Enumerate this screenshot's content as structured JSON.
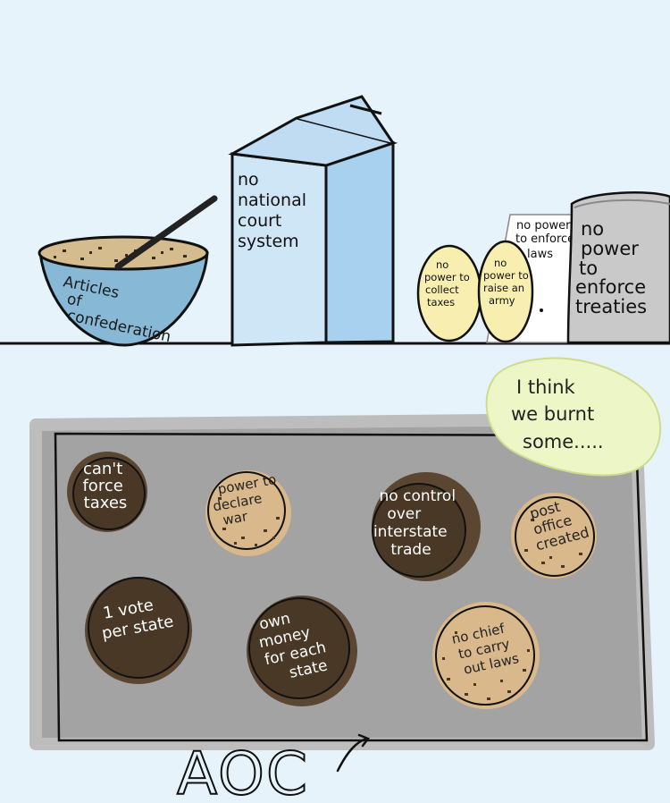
{
  "colors": {
    "background": "#e6f3fa",
    "bowl": "#87b9d6",
    "carton": "#cfe6f7",
    "potato": "#f7eeb0",
    "bag": "#c9c9c9",
    "tray": "#a3a3a4",
    "tray_border": "#bdbdbd",
    "cookie_light": "#d9b88b",
    "cookie_dark": "#5a4631",
    "bubble": "#edf6c6"
  },
  "shelf": {
    "bowl_label": [
      "Articles",
      "of",
      "confederation"
    ],
    "carton_label": [
      "no",
      "national",
      "court",
      "system"
    ],
    "potato_1": [
      "no",
      "power to",
      "collect",
      "taxes"
    ],
    "potato_2": [
      "no",
      "power to",
      "raise an",
      "army"
    ],
    "paper_label": [
      "no power",
      "to enforce",
      "laws"
    ],
    "bag_label": [
      "no",
      "power",
      "to",
      "enforce",
      "treaties"
    ]
  },
  "speech_bubble": [
    "I think",
    "we burnt",
    "some....."
  ],
  "cookies": {
    "c1": [
      "can't",
      "force",
      "taxes"
    ],
    "c2": [
      "power to",
      "declare",
      "war"
    ],
    "c3": [
      "no control",
      "over",
      "interstate",
      "trade"
    ],
    "c4": [
      "post",
      "office",
      "created"
    ],
    "c5": [
      "1 vote",
      "per state"
    ],
    "c6": [
      "own",
      "money",
      "for each",
      "state"
    ],
    "c7": [
      "no chief",
      "to carry",
      "out laws"
    ]
  },
  "tray_label": "AOC"
}
